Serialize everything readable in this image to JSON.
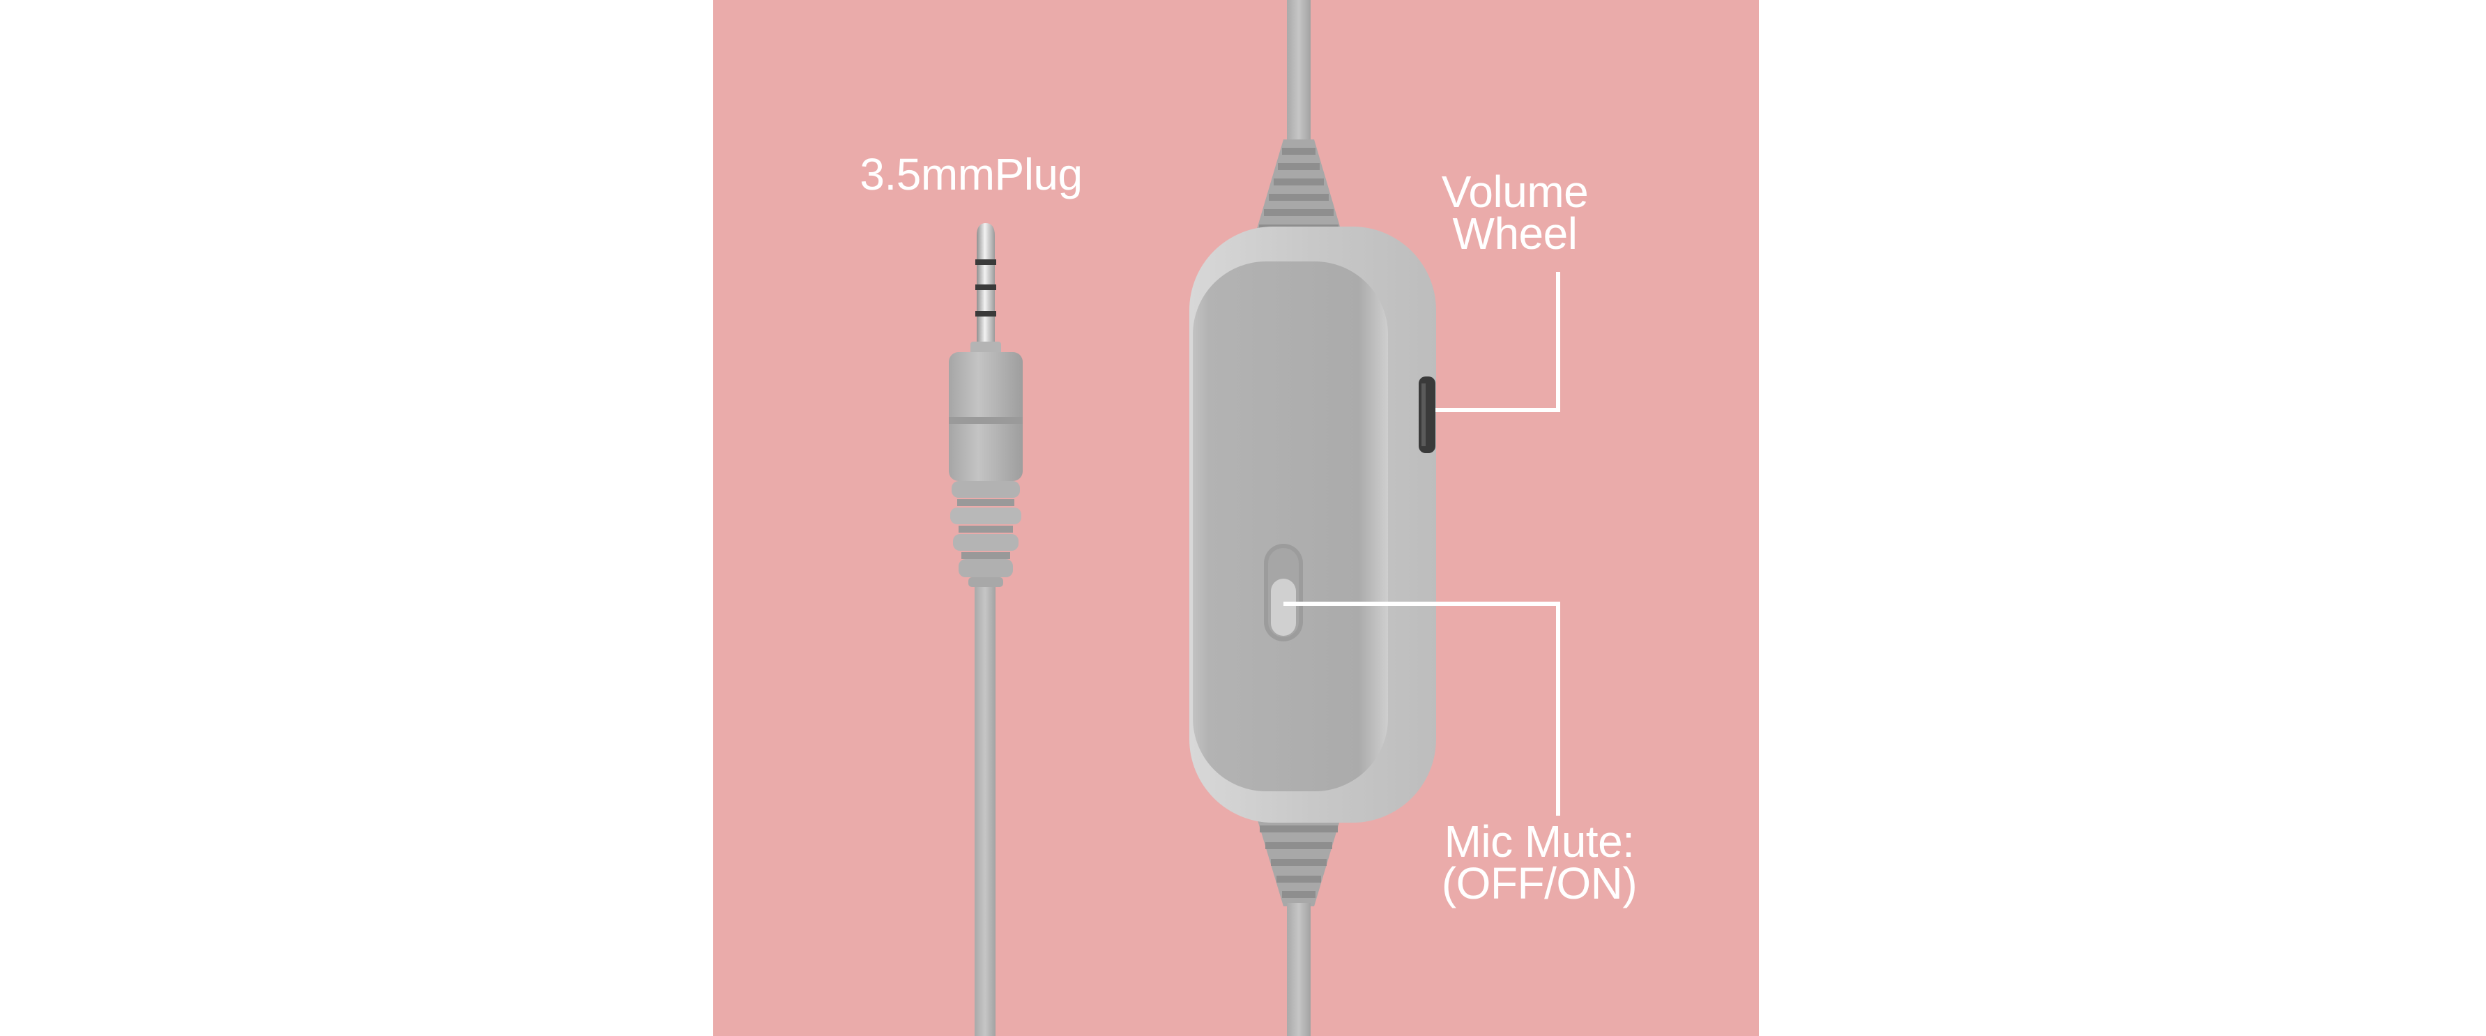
{
  "background_color": "#eaabaa",
  "product_color": "#b5b5b5",
  "label_color": "#ffffff",
  "labels": {
    "plug": "3.5mmPlug",
    "volume_line1": "Volume",
    "volume_line2": "Wheel",
    "mute_line1": "Mic Mute:",
    "mute_line2": "(OFF/ON)"
  },
  "icons": {
    "plug": "audio-jack-icon",
    "controller": "inline-remote-icon",
    "wheel": "volume-wheel-icon",
    "switch": "mute-switch-icon"
  }
}
